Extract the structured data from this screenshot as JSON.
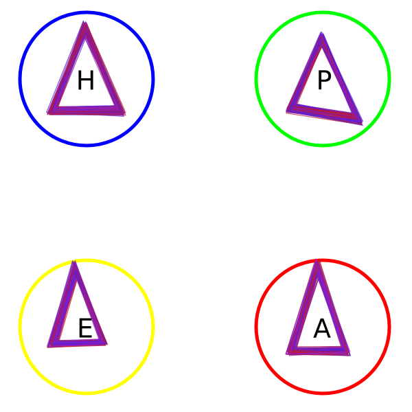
{
  "targets": [
    {
      "letter": "H",
      "ring_color": "#0000ff"
    },
    {
      "letter": "P",
      "ring_color": "#00ff00"
    },
    {
      "letter": "E",
      "ring_color": "#ffff00"
    },
    {
      "letter": "A",
      "ring_color": "#ff0000"
    }
  ],
  "triangle_colors": [
    "#5a1fd1",
    "#7a22d6",
    "#9b1fb4",
    "#c0182f"
  ]
}
